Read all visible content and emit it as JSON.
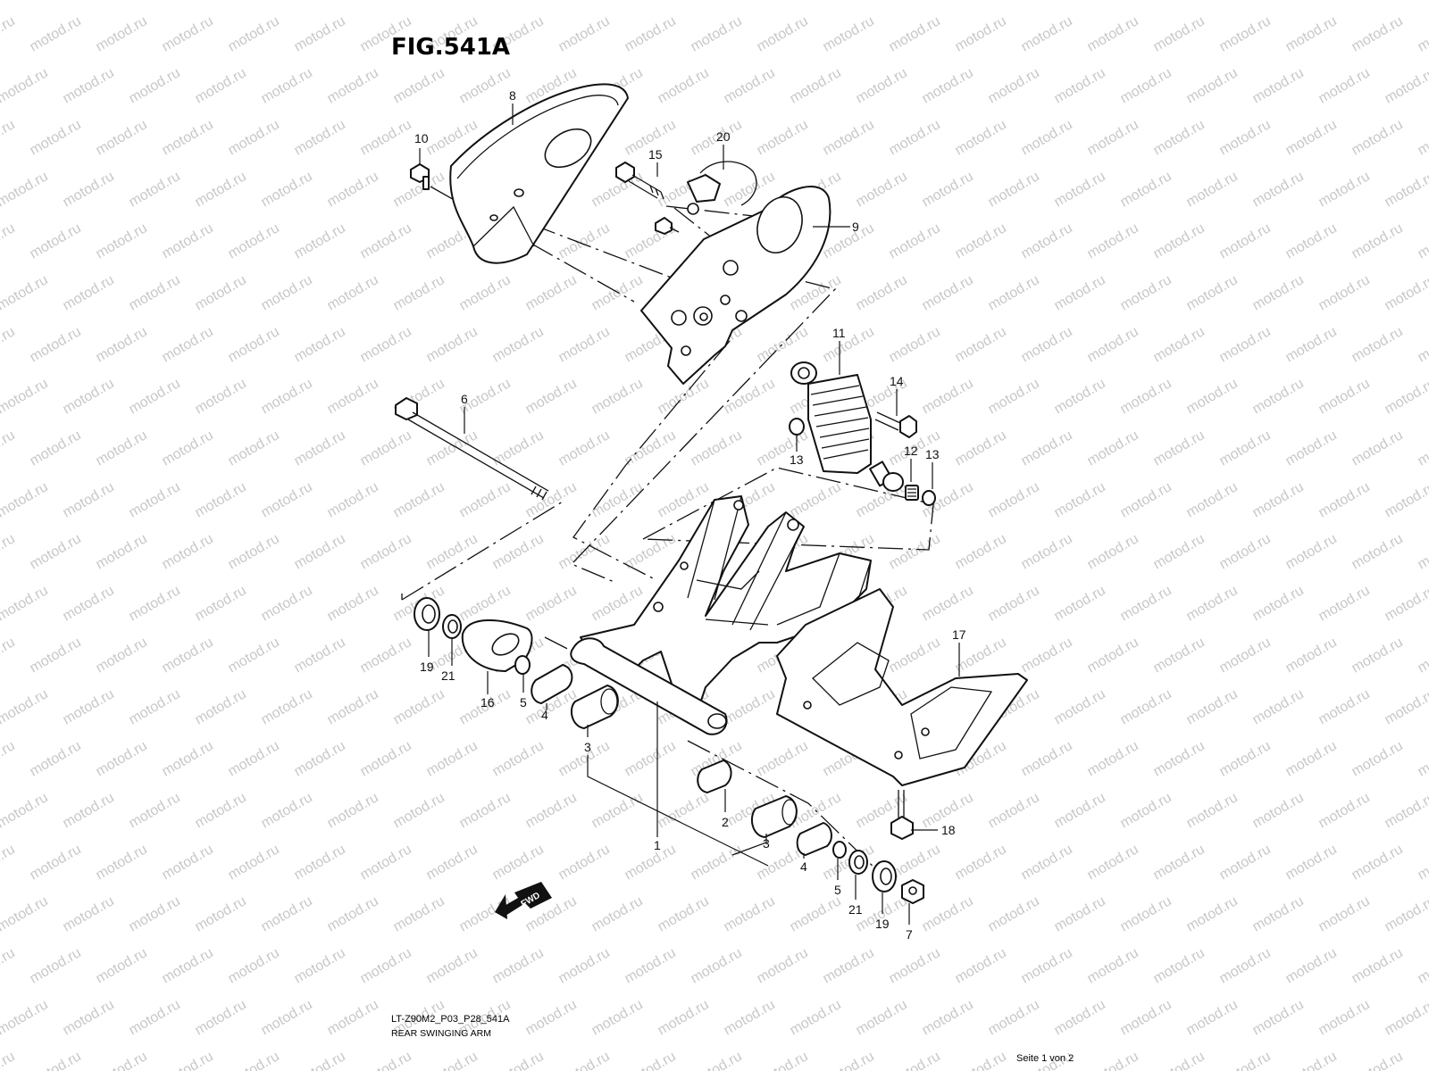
{
  "figure": {
    "title": "FIG.541A",
    "code": "LT-Z90M2_P03_P28_541A",
    "caption": "REAR SWINGING ARM",
    "page_info": "Seite 1 von 2"
  },
  "watermark": {
    "text": "motod.ru",
    "color": "#c8c8c8"
  },
  "fwd_label": "FWD",
  "callouts": {
    "c1": "1",
    "c2": "2",
    "c3a": "3",
    "c3b": "3",
    "c4a": "4",
    "c4b": "4",
    "c5a": "5",
    "c5b": "5",
    "c6": "6",
    "c7": "7",
    "c8": "8",
    "c9": "9",
    "c10": "10",
    "c11": "11",
    "c12": "12",
    "c13a": "13",
    "c13b": "13",
    "c14": "14",
    "c15": "15",
    "c16": "16",
    "c17": "17",
    "c18": "18",
    "c19a": "19",
    "c19b": "19",
    "c20": "20",
    "c21a": "21",
    "c21b": "21"
  }
}
